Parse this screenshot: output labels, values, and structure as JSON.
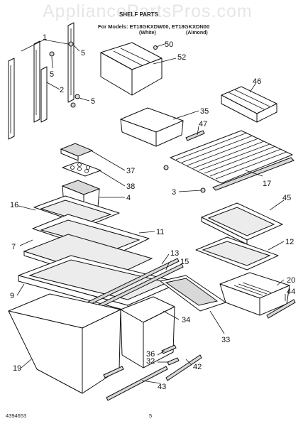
{
  "watermark": "AppliancePartsPros.com",
  "header": {
    "title": "SHELF PARTS",
    "models": "For Models: ET18GKXDW00, ET18GKXDN00",
    "color_white": "(White)",
    "color_almond": "(Almond)"
  },
  "footer": {
    "part_number": "4394653",
    "page": "5"
  },
  "callouts": {
    "c1": "1",
    "c2": "2",
    "c3": "3",
    "c4": "4",
    "c5a": "5",
    "c5b": "5",
    "c5c": "5",
    "c7": "7",
    "c9": "9",
    "c11": "11",
    "c12": "12",
    "c13": "13",
    "c15": "15",
    "c16": "16",
    "c17": "17",
    "c19": "19",
    "c20": "20",
    "c32": "32",
    "c33": "33",
    "c34": "34",
    "c35": "35",
    "c36": "36",
    "c37": "37",
    "c38": "38",
    "c42": "42",
    "c43": "43",
    "c44": "44",
    "c45": "45",
    "c46": "46",
    "c47": "47",
    "c50": "50",
    "c52": "52"
  }
}
